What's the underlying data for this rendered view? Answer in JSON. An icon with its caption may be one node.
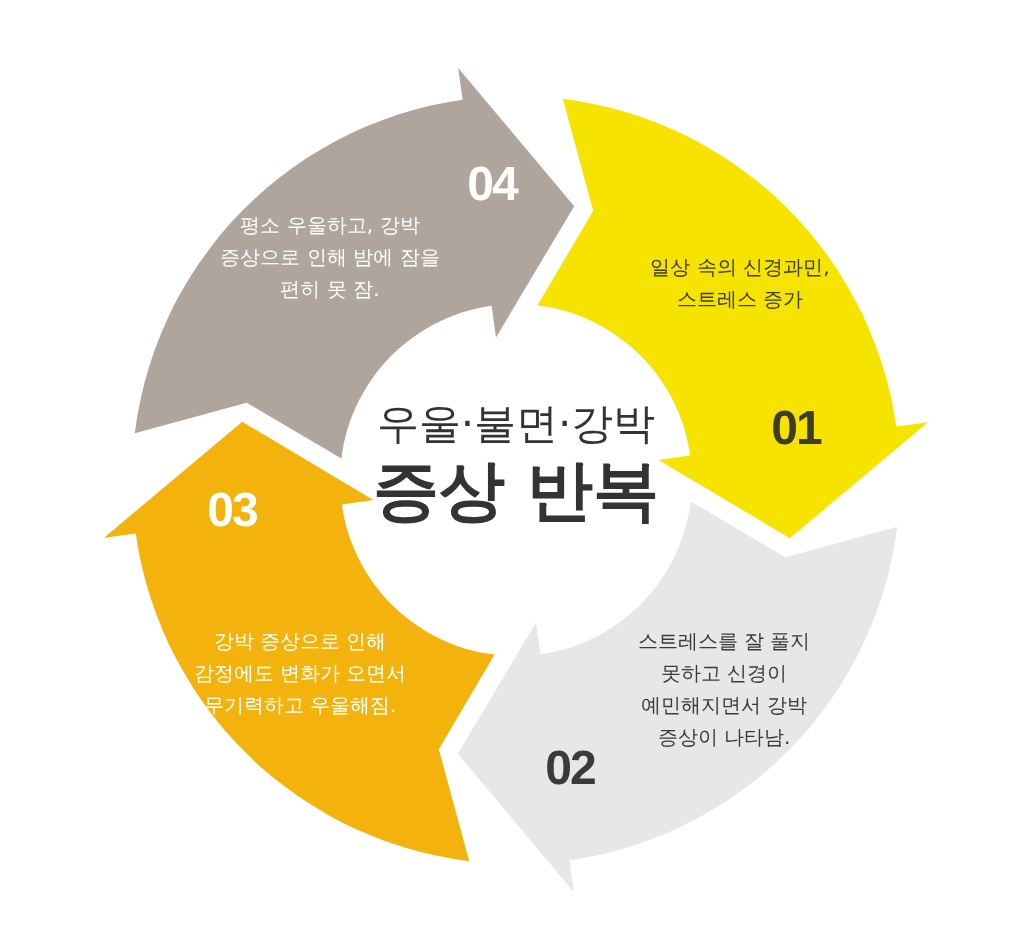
{
  "diagram": {
    "nodes": [
      {
        "text": [
          "일상 속의 신경과민, 스트레스 증가",
          "01"
        ]
      },
      {
        "text": [
          "스트레스를 잘 풀지 못하고 신경이 예민해지면서 강박 증상이 나타남.",
          "02"
        ]
      },
      {
        "text": [
          "03",
          "강박 증상으로 인해 감정에도 변화가 오면서 무기력하고 우울해짐."
        ]
      },
      {
        "text": [
          "04",
          "평소 우울하고, 강박 증상으로 인해 밤에 잠을 편히 못 잠."
        ]
      }
    ],
    "labels": [
      "우울·불면·강박",
      "증상 반복"
    ]
  }
}
